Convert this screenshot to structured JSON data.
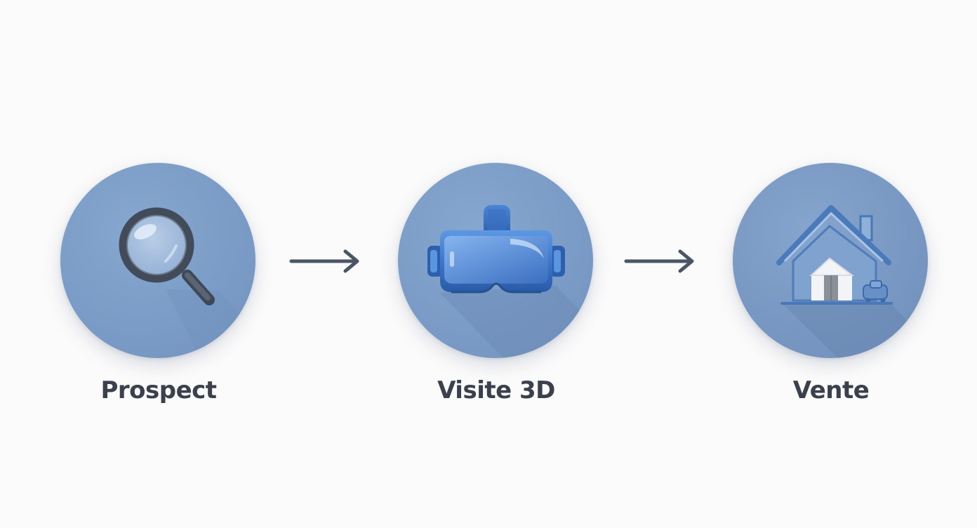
{
  "steps": [
    {
      "label": "Prospect",
      "icon": "magnifying-glass-icon"
    },
    {
      "label": "Visite 3D",
      "icon": "vr-headset-icon"
    },
    {
      "label": "Vente",
      "icon": "house-icon"
    }
  ],
  "connectors": [
    "arrow-right-icon",
    "arrow-right-icon"
  ],
  "colors": {
    "background": "#fbfbfb",
    "circle": "#7d9fc8",
    "circle_shadow": "#6a89b3",
    "label": "#3a414d",
    "arrow": "#4c5564",
    "headset": "#3f79c9"
  }
}
